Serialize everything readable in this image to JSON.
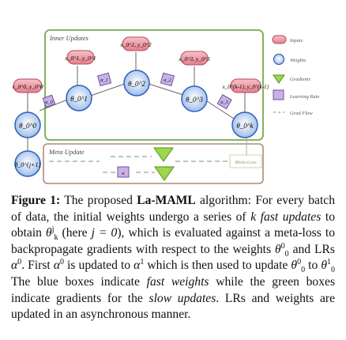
{
  "figure": {
    "inner_title": "Inner Updates",
    "meta_title": "Meta Update",
    "meta_loss": "Meta-Loss",
    "legend": [
      {
        "label": "Inputs",
        "kind": "input",
        "color": "#ef9aa6"
      },
      {
        "label": "Weights",
        "kind": "weight",
        "color": "#a9c6ee"
      },
      {
        "label": "Gradients",
        "kind": "gradient",
        "color": "#9fd64a"
      },
      {
        "label": "Learning Rate",
        "kind": "lr",
        "color": "#c9b2e6"
      },
      {
        "label": "Grad Flow",
        "kind": "flow",
        "color": "#777777"
      }
    ],
    "inputs": [
      "x_0^1, y_0^1",
      "x_0^2, y_0^2",
      "x_0^3, y_0^3",
      "x_0^0, y_0^0",
      "x_0^{k-1}, y_0^{k-1}"
    ],
    "weights": [
      "θ_0^0",
      "θ_0^1",
      "θ_0^2",
      "θ_0^3",
      "θ_0^k",
      "θ_0^{j+1}"
    ],
    "lrs": [
      "α_0",
      "α_1",
      "α_2",
      "α_3",
      "α_k",
      "α"
    ],
    "colors": {
      "frame_green": "#6fae4a",
      "frame_brown": "#b08a7a",
      "node_blue": "#2f5fc0"
    }
  },
  "caption": {
    "label": "Figure 1:",
    "t1": "The proposed ",
    "alg": "La-MAML",
    "t2": " algorithm: For every batch of data, the initial weights undergo a series of ",
    "k_fast": "k fast updates",
    "t3": " to obtain ",
    "theta": "θ",
    "sup_j": "j",
    "sub_k": "k",
    "t4": " (here ",
    "j_eq": "j = 0",
    "t5": "), which is evaluated against a meta-loss to backpropagate gradients with respect to the weights ",
    "theta2": "θ",
    "sup_0a": "0",
    "sub_0a": "0",
    "t6": " and LRs ",
    "alpha_a": "α",
    "sup_0b": "0",
    "t7": ". First ",
    "alpha_b": "α",
    "sup_0c": "0",
    "t8": " is updated to ",
    "alpha_c": "α",
    "sup_1": "1",
    "t9": " which is then used to update ",
    "theta3": "θ",
    "sup_0d": "0",
    "sub_0d": "0",
    "t10": " to ",
    "theta4": "θ",
    "sup_1b": "1",
    "sub_0e": "0",
    "t11": " The blue boxes indicate ",
    "fast_weights": "fast weights",
    "t12": " while the green boxes indicate gradients for the ",
    "slow_updates": "slow updates",
    "t13": ". LRs and weights are updated in an asynchronous manner."
  }
}
